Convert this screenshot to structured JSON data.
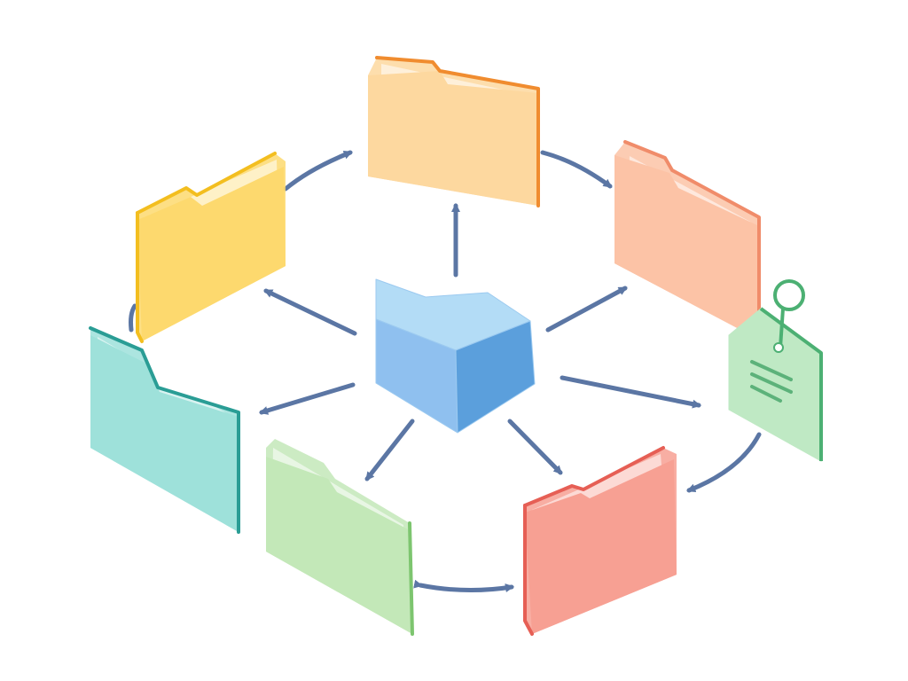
{
  "diagram": {
    "background": "#ffffff",
    "arrow_color": "#5b76a4",
    "center_node": {
      "icon": "cube-icon",
      "colors": {
        "top": "#b3dcf6",
        "left": "#8fc0ef",
        "right": "#5b9fdc",
        "stroke": "#9ccaf0"
      }
    },
    "folders": [
      {
        "id": "folder-top",
        "icon": "folder-icon",
        "fill": "#fdd89f",
        "stroke": "#f08c2f"
      },
      {
        "id": "folder-upper-right",
        "icon": "folder-icon",
        "fill": "#fcc3a6",
        "stroke": "#f08c6a"
      },
      {
        "id": "folder-lower-right",
        "icon": "folder-icon",
        "fill": "#f7a093",
        "stroke": "#e65f55"
      },
      {
        "id": "folder-bottom-left",
        "icon": "folder-icon",
        "fill": "#c3e8b8",
        "stroke": "#7dc56f"
      },
      {
        "id": "folder-left",
        "icon": "folder-icon",
        "fill": "#9ee1da",
        "stroke": "#2a9d95"
      },
      {
        "id": "folder-upper-left",
        "icon": "folder-icon",
        "fill": "#fdd96e",
        "stroke": "#f3be1f"
      }
    ],
    "document_tag": {
      "icon": "document-tag-icon",
      "fill": "#bfe9c4",
      "stroke": "#4cb073",
      "line_color": "#5cb27a"
    }
  }
}
